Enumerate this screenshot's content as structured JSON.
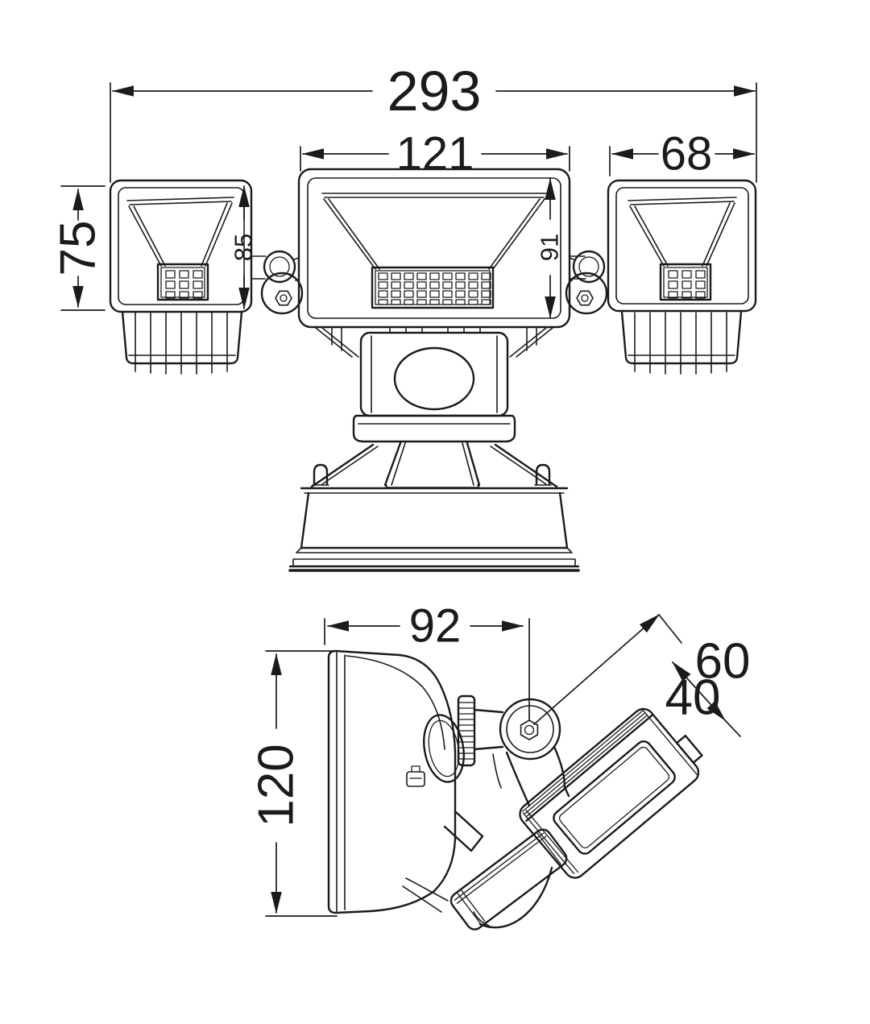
{
  "page": {
    "background_color": "#ffffff",
    "line_color": "#1b1b1b"
  },
  "drawing": {
    "type": "technical-dimension-drawing",
    "subject": "three-head PIR motion sensor security floodlight",
    "views": {
      "front": {
        "name": "front view",
        "dimensions": {
          "overall_width": "293",
          "center_head_width": "121",
          "side_head_width": "68",
          "side_head_height": "75",
          "side_head_opening_height": "85",
          "center_head_opening_height": "91"
        }
      },
      "side": {
        "name": "side view",
        "dimensions": {
          "depth_to_pivot": "92",
          "base_height": "120",
          "head_length": "60",
          "head_depth": "40"
        }
      }
    }
  }
}
